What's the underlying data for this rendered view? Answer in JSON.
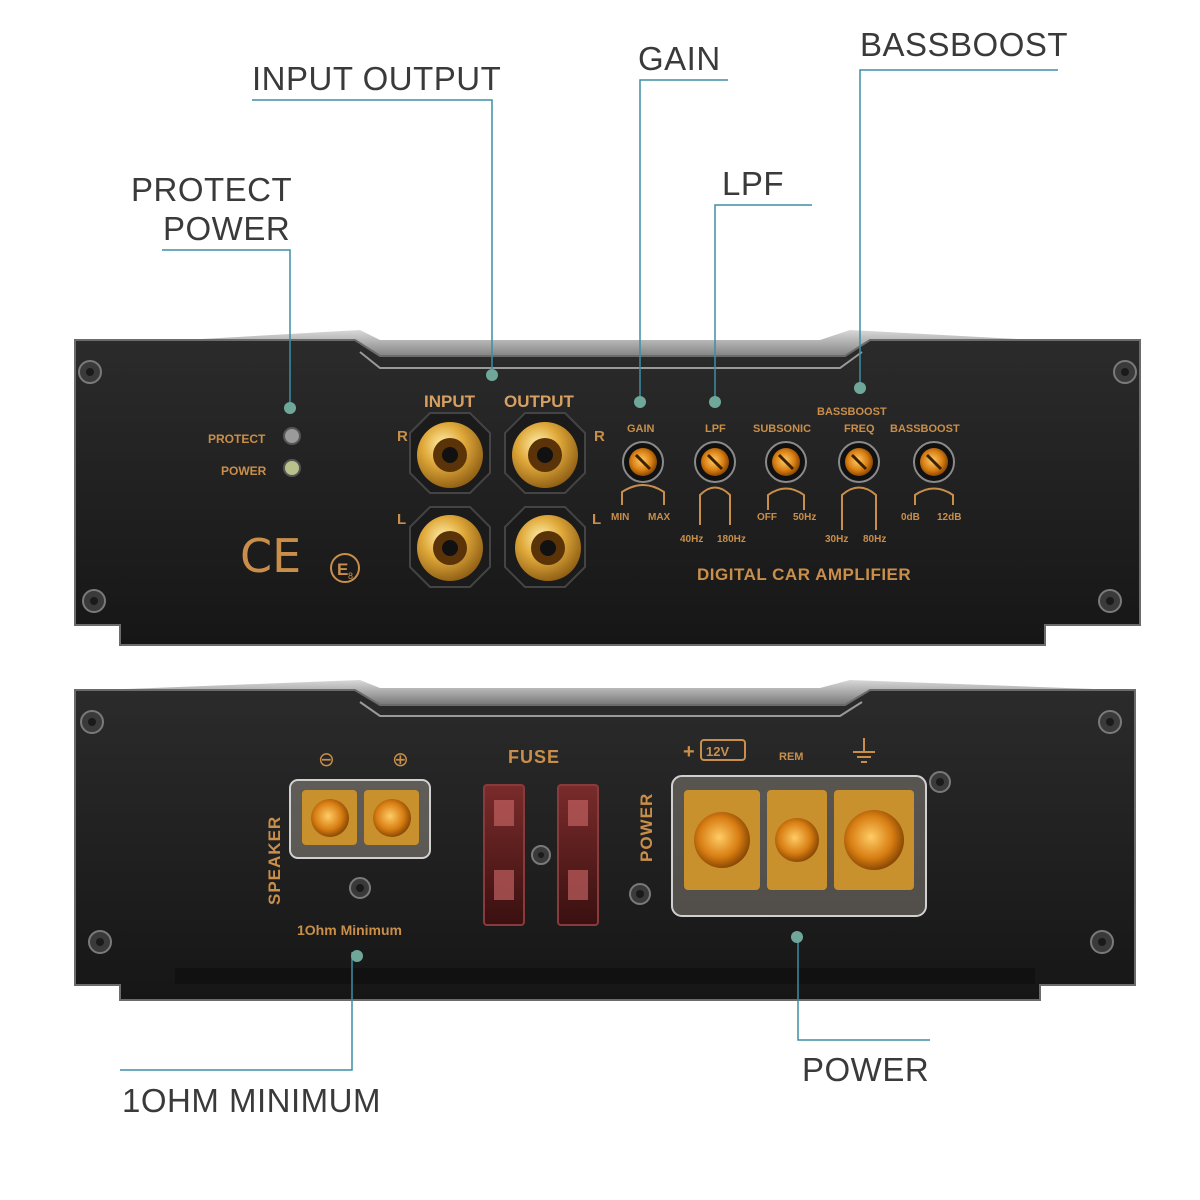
{
  "callouts": {
    "input_output": "INPUT OUTPUT",
    "gain": "GAIN",
    "bassboost": "BASSBOOST",
    "lpf": "LPF",
    "protect": "PROTECT",
    "power_top": "POWER",
    "power_bottom": "POWER",
    "ohm_minimum": "1OHM MINIMUM"
  },
  "top_panel": {
    "protect_led": "PROTECT",
    "power_led": "POWER",
    "input": "INPUT",
    "output": "OUTPUT",
    "ch_r": "R",
    "ch_l": "L",
    "gain": "GAIN",
    "gain_min": "MIN",
    "gain_max": "MAX",
    "lpf": "LPF",
    "lpf_lo": "40Hz",
    "lpf_hi": "180Hz",
    "subsonic": "SUBSONIC",
    "sub_off": "OFF",
    "sub_50": "50Hz",
    "bass_freq_top": "BASSBOOST",
    "bass_freq": "FREQ",
    "bf_lo": "30Hz",
    "bf_hi": "80Hz",
    "bassboost": "BASSBOOST",
    "bb_0": "0dB",
    "bb_12": "12dB",
    "ce_mark": "CE",
    "e_mark": "E",
    "e_sub": "8",
    "model": "DIGITAL CAR AMPLIFIER"
  },
  "bottom_panel": {
    "speaker": "SPEAKER",
    "minus": "⊖",
    "plus": "⊕",
    "fuse": "FUSE",
    "power": "POWER",
    "plus12": "+",
    "v12": "12V",
    "rem": "REM",
    "ohm_min": "1Ohm Minimum"
  },
  "colors": {
    "panel": "#1c1c1c",
    "gold": "#c98f4a",
    "callout_line": "#3b8ea6",
    "callout_dot": "#6fa89a"
  }
}
